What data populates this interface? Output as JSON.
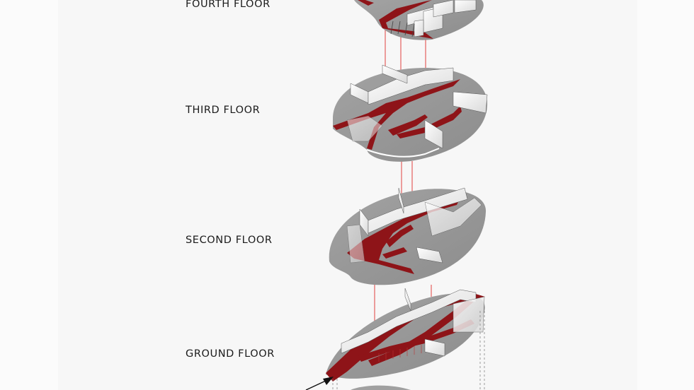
{
  "floors": [
    {
      "id": "fourth",
      "label": "FOURTH FLOOR"
    },
    {
      "id": "third",
      "label": "THIRD FLOOR"
    },
    {
      "id": "second",
      "label": "SECOND FLOOR"
    },
    {
      "id": "ground",
      "label": "GROUND FLOOR"
    }
  ],
  "colors": {
    "background": "#f7f7f7",
    "slab": "#9a9a9a",
    "slab_shadow": "#7d7d7d",
    "wall": "#ffffff",
    "circulation": "#8e1418",
    "connector": "#e0403f",
    "text": "#1b1b1b"
  }
}
